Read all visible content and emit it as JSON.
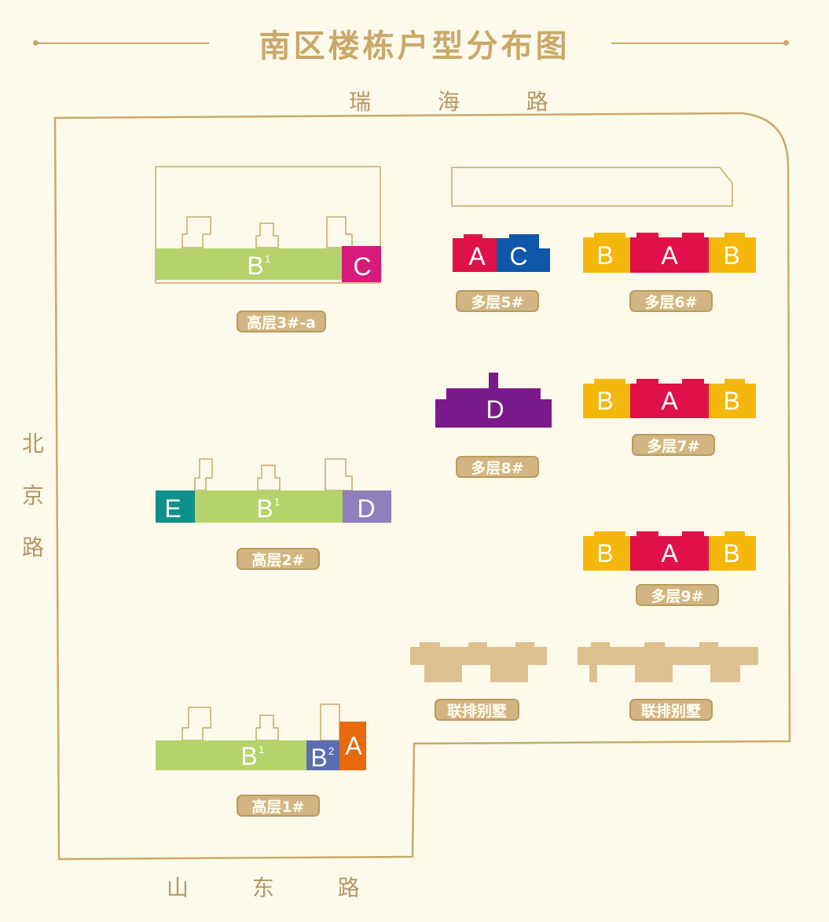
{
  "title": "南区楼栋户型分布图",
  "roads": {
    "top": "瑞 海 路",
    "left": "北京路",
    "bottom": "山 东 路"
  },
  "colors": {
    "B1": "#b5d36a",
    "B2": "#5b6fb0",
    "A_high": "#e8680c",
    "C_high": "#d81a7a",
    "D_high": "#8f80bc",
    "E_high": "#0f918a",
    "A_low": "#e0104a",
    "B_low": "#f4b80c",
    "C_low": "#0f57a8",
    "D_low": "#7a1a8a",
    "villa": "#dcc18f",
    "tag": "#d2b582"
  },
  "buildings": {
    "high3": {
      "label": "高层3#-a",
      "units": {
        "b1": "B",
        "b1_sup": "1",
        "c": "C"
      }
    },
    "high2": {
      "label": "高层2#",
      "units": {
        "e": "E",
        "b1": "B",
        "b1_sup": "1",
        "d": "D"
      }
    },
    "high1": {
      "label": "高层1#",
      "units": {
        "b1": "B",
        "b1_sup": "1",
        "b2": "B",
        "b2_sup": "2",
        "a": "A"
      }
    },
    "multi5": {
      "label": "多层5#",
      "units": {
        "a": "A",
        "c": "C"
      }
    },
    "multi6": {
      "label": "多层6#",
      "units": {
        "b_left": "B",
        "a": "A",
        "b_right": "B"
      }
    },
    "multi7": {
      "label": "多层7#",
      "units": {
        "b_left": "B",
        "a": "A",
        "b_right": "B"
      }
    },
    "multi8": {
      "label": "多层8#",
      "units": {
        "d": "D"
      }
    },
    "multi9": {
      "label": "多层9#",
      "units": {
        "b_left": "B",
        "a": "A",
        "b_right": "B"
      }
    },
    "villa1": {
      "label": "联排别墅"
    },
    "villa2": {
      "label": "联排别墅"
    }
  }
}
